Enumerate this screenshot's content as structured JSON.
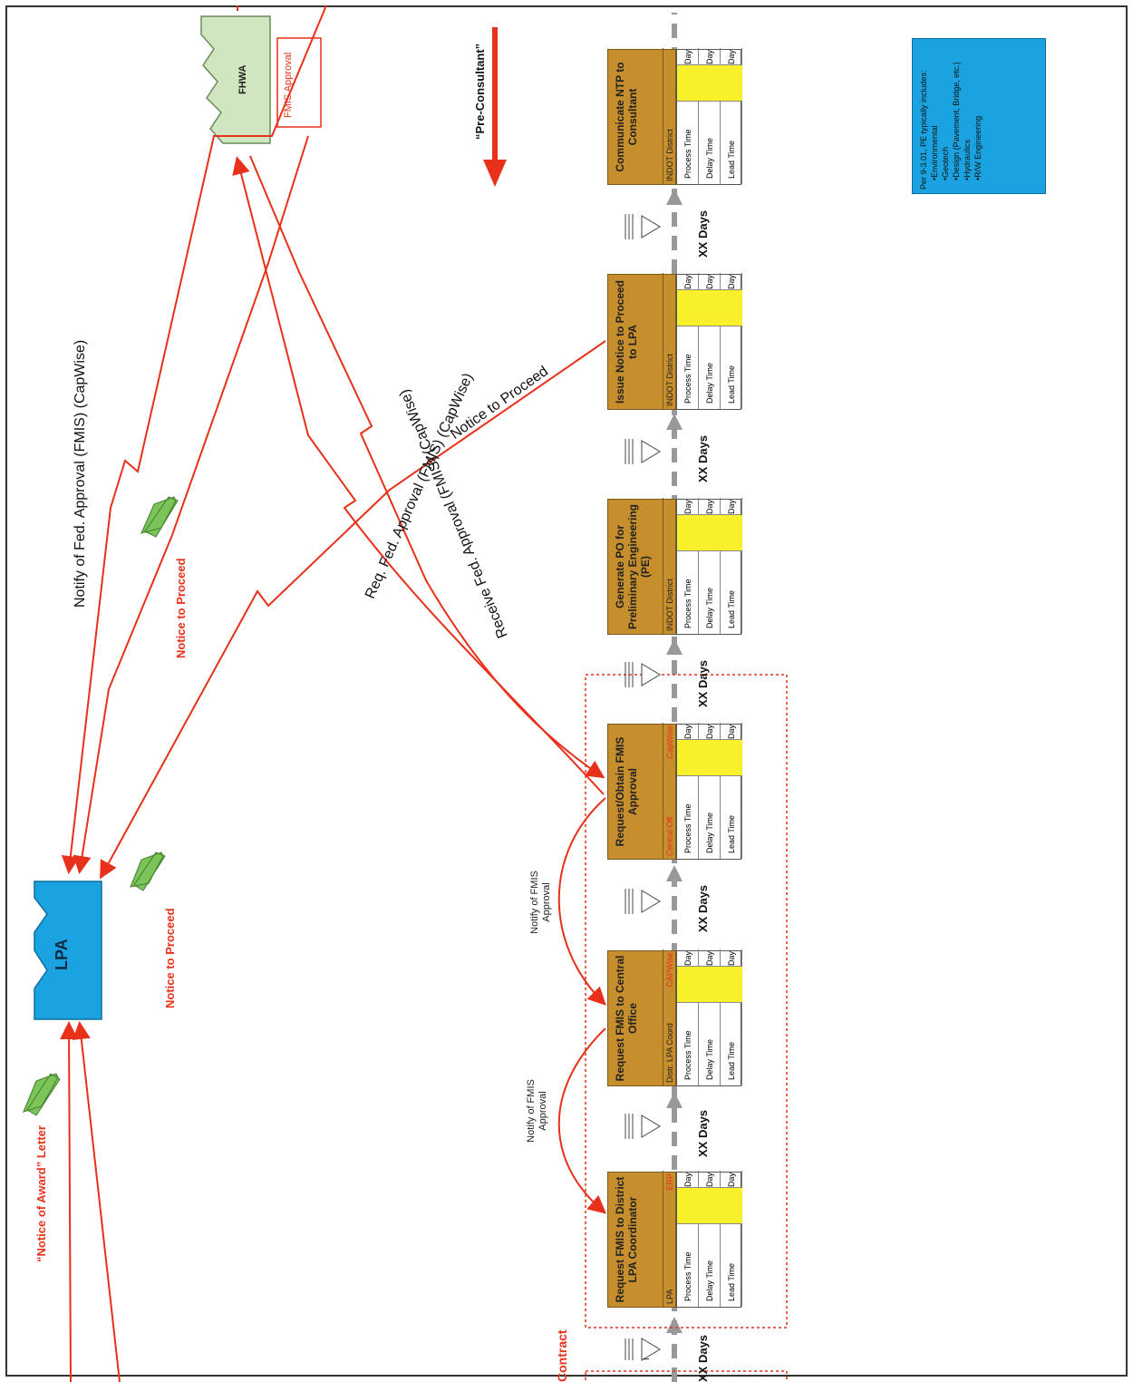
{
  "header": {
    "phase_label": "“Pre-Consultant”"
  },
  "note": {
    "lead": "Per 9-3.01, PE typically includes:",
    "items": [
      "Environmental",
      "Geotech",
      "Design (Pavement, Bridge, etc.)",
      "Hydraulics",
      "R/W Engineering"
    ]
  },
  "entities": {
    "lpa": "LPA",
    "fhwa": "FHWA",
    "fmis_approval": "FMIS Approval"
  },
  "processes": [
    {
      "title": "Communicate NTP to Consultant",
      "owner_left": "INDOT District",
      "owner_right": "",
      "rows": [
        "Process Time",
        "Delay Time",
        "Lead Time"
      ],
      "unit": "Day"
    },
    {
      "title": "Issue Notice to Proceed to LPA",
      "owner_left": "INDOT District",
      "owner_right": "",
      "rows": [
        "Process Time",
        "Delay Time",
        "Lead Time"
      ],
      "unit": "Day"
    },
    {
      "title": "Generate PO for Preliminary Engineering (PE)",
      "owner_left": "INDOT District",
      "owner_right": "",
      "rows": [
        "Process Time",
        "Delay Time",
        "Lead Time"
      ],
      "unit": "Day"
    },
    {
      "title": "Request/Obtain FMIS Approval",
      "owner_left": "Central Off",
      "owner_right": "CapWise",
      "rows": [
        "Process Time",
        "Delay Time",
        "Lead Time"
      ],
      "unit": "Day"
    },
    {
      "title": "Request FMIS to Central Office",
      "owner_left": "Distr. LPA Coord",
      "owner_right": "CAPWise",
      "rows": [
        "Process Time",
        "Delay Time",
        "Lead Time"
      ],
      "unit": "Day"
    },
    {
      "title": "Request FMIS to District LPA Coordinator",
      "owner_left": "LPA",
      "owner_right": "ERP",
      "rows": [
        "Process Time",
        "Delay Time",
        "Lead Time"
      ],
      "unit": "Day"
    }
  ],
  "inventory": {
    "label": "I",
    "days": "XX Days"
  },
  "flows": {
    "notify_fed_approval": "Notify of Fed. Approval (FMIS) (CapWise)",
    "req_fed_approval": "Req. Fed. Approval (FMIS) (CapWise)",
    "receive_fed_approval": "Receive Fed. Approval (FMIS) (CapWise)",
    "notice_to_proceed": "Notice to Proceed",
    "doc_notice_1": "Notice to Proceed",
    "doc_notice_2": "Notice to Proceed",
    "doc_award": "“Notice of Award” Letter",
    "notify_fmis_1": "Notify of FMIS Approval",
    "notify_fmis_2": "Notify of FMIS Approval",
    "contract_partial": "Contract"
  },
  "colors": {
    "process": "#c68e2c",
    "lpa": "#1aa3e0",
    "fhwa": "#cfe6c0",
    "flow": "#e8301a",
    "value": "#f7f02a"
  }
}
